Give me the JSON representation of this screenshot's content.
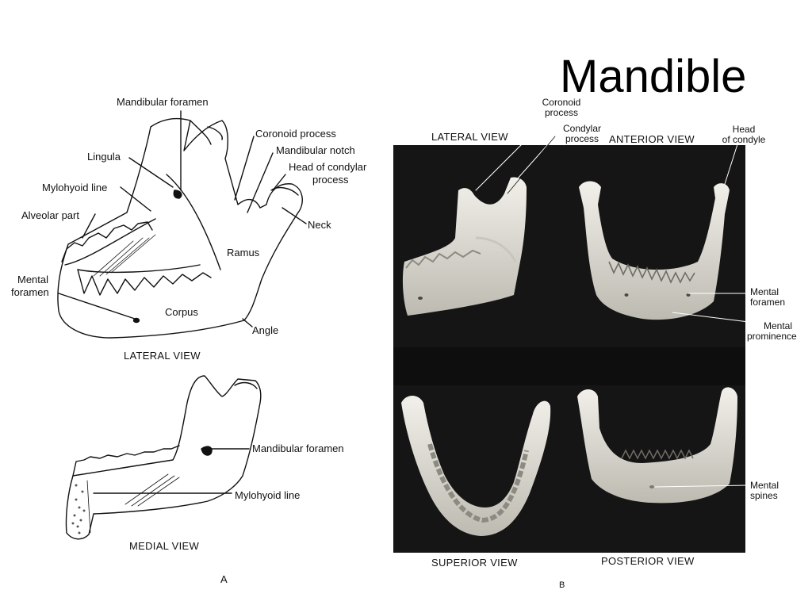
{
  "slide": {
    "title": "Mandible"
  },
  "panel_a": {
    "letter": "A",
    "lateral": {
      "caption": "LATERAL VIEW",
      "labels": {
        "mandibular_foramen": "Mandibular foramen",
        "coronoid_process": "Coronoid process",
        "mandibular_notch": "Mandibular notch",
        "head_condylar_1": "Head of condylar",
        "head_condylar_2": "process",
        "lingula": "Lingula",
        "mylohyoid_line": "Mylohyoid line",
        "alveolar_part": "Alveolar part",
        "neck": "Neck",
        "ramus": "Ramus",
        "mental_1": "Mental",
        "mental_2": "foramen",
        "corpus": "Corpus",
        "angle": "Angle"
      }
    },
    "medial": {
      "caption": "MEDIAL VIEW",
      "labels": {
        "mandibular_foramen": "Mandibular foramen",
        "mylohyoid_line": "Mylohyoid line"
      }
    }
  },
  "panel_b": {
    "letter": "B",
    "views": {
      "lateral": "LATERAL VIEW",
      "anterior": "ANTERIOR VIEW",
      "superior": "SUPERIOR VIEW",
      "posterior": "POSTERIOR VIEW"
    },
    "labels": {
      "coronoid_1": "Coronoid",
      "coronoid_2": "process",
      "condylar_1": "Condylar",
      "condylar_2": "process",
      "head_1": "Head",
      "head_2": "of condyle",
      "mental_foramen_1": "Mental",
      "mental_foramen_2": "foramen",
      "mental_prom_1": "Mental",
      "mental_prom_2": "prominence",
      "mental_spines_1": "Mental",
      "mental_spines_2": "spines"
    }
  },
  "colors": {
    "photo_bg": "#151515",
    "bone": "#e8e6df",
    "bone_shadow": "#b9b6ad",
    "ink": "#111111"
  }
}
